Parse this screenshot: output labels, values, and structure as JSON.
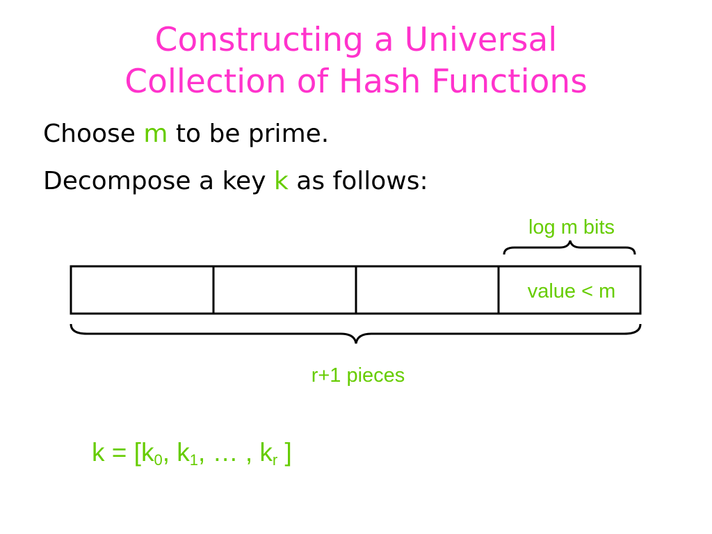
{
  "slide": {
    "title_line1": "Constructing a Universal",
    "title_line2": "Collection of Hash Functions",
    "line1": {
      "pre": "Choose ",
      "var": "m",
      "post": " to be prime."
    },
    "line2": {
      "pre": "Decompose a key ",
      "var": "k",
      "post": " as follows:"
    }
  },
  "diagram": {
    "top_label": "log m bits",
    "last_cell_label": "value < m",
    "bottom_label": "r+1 pieces"
  },
  "formula": {
    "prefix": "k = [k",
    "sub0": "0",
    "sep1": ", k",
    "sub1": "1",
    "mid": ", … , k",
    "subr": "r",
    "suffix": " ]"
  },
  "colors": {
    "title": "#ff33cc",
    "accent": "#66cc00",
    "text": "#000000"
  }
}
